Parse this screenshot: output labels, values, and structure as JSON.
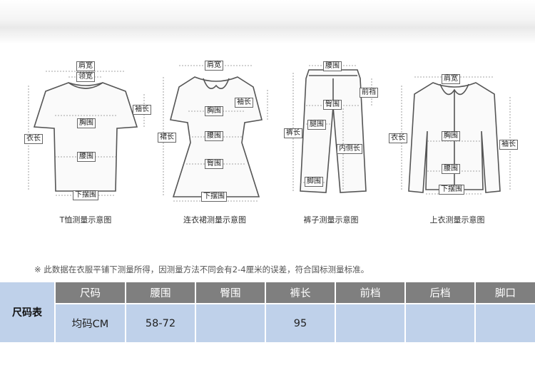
{
  "figures": [
    {
      "caption": "T恤测量示意图",
      "labels": {
        "shoulder": "肩宽",
        "collar": "领宽",
        "sleeve": "袖长",
        "chest": "胸围",
        "length": "衣长",
        "waist": "腰围",
        "hem": "下摆围"
      }
    },
    {
      "caption": "连衣裙测量示意图",
      "labels": {
        "shoulder": "肩宽",
        "sleeve": "袖长",
        "chest": "胸围",
        "length": "裙长",
        "waist": "腰围",
        "hip": "臀围",
        "hem": "下摆围"
      }
    },
    {
      "caption": "裤子测量示意图",
      "labels": {
        "waist": "腰围",
        "front_rise": "前裆",
        "hip": "臀围",
        "thigh": "腿围",
        "length": "裤长",
        "inseam": "内侧长",
        "leg_opening": "脚围"
      }
    },
    {
      "caption": "上衣测量示意图",
      "labels": {
        "shoulder": "肩宽",
        "length": "衣长",
        "chest": "胸围",
        "sleeve": "袖长",
        "waist": "腰围",
        "hem": "下摆围"
      }
    }
  ],
  "note": "※ 此数据在衣服平铺下测量所得，因测量方法不同会有2-4厘米的误差，符合国标测量标准。",
  "size_table": {
    "title": "尺码表",
    "headers": [
      "尺码",
      "腰围",
      "臀围",
      "裤长",
      "前档",
      "后档",
      "脚口"
    ],
    "rows": [
      [
        "均码CM",
        "58-72",
        "",
        "95",
        "",
        "",
        ""
      ]
    ]
  }
}
